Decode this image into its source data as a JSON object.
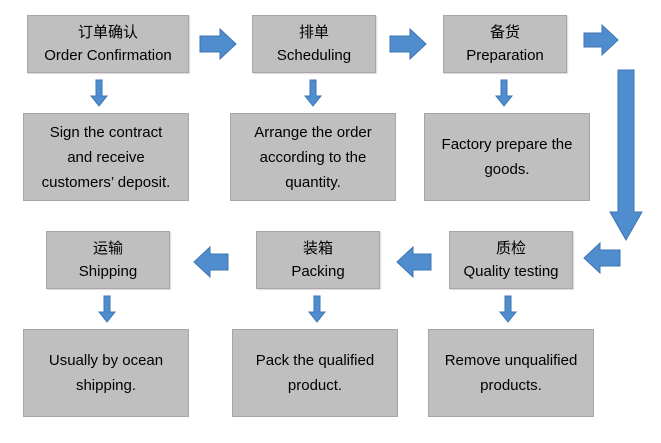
{
  "colors": {
    "box_fill": "#bfbfbf",
    "arrow_fill": "#4f8dcf"
  },
  "steps": [
    {
      "zh": "订单确认",
      "en": "Order Confirmation",
      "detail": [
        "Sign the contract",
        "and receive",
        "customers’ deposit."
      ]
    },
    {
      "zh": "排单",
      "en": "Scheduling",
      "detail": [
        "Arrange the order",
        "according to the",
        "quantity."
      ]
    },
    {
      "zh": "备货",
      "en": "Preparation",
      "detail": [
        "Factory prepare the",
        "goods."
      ]
    },
    {
      "zh": "质检",
      "en": "Quality testing",
      "detail": [
        "Remove unqualified",
        "products."
      ]
    },
    {
      "zh": "装箱",
      "en": "Packing",
      "detail": [
        "Pack the qualified",
        "product."
      ]
    },
    {
      "zh": "运输",
      "en": "Shipping",
      "detail": [
        "Usually by ocean",
        "shipping."
      ]
    }
  ]
}
